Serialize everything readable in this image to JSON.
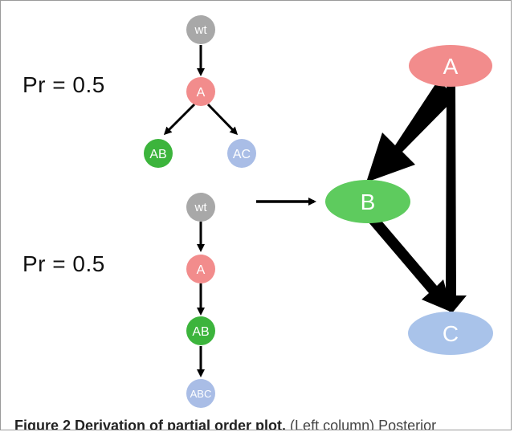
{
  "colors": {
    "wt": "#a8a8a8",
    "A": "#f28c8c",
    "B": "#5ecb5e",
    "C": "#a9c3ea",
    "AB": "#3cb43c",
    "AC": "#a9bde6",
    "ABC": "#a9bde6",
    "edge": "#000000",
    "node_text": "#ffffff"
  },
  "left_column": {
    "graphs": [
      {
        "probability": "Pr = 0.5",
        "nodes": [
          "wt",
          "A",
          "AB",
          "AC"
        ],
        "edges": [
          [
            "wt",
            "A"
          ],
          [
            "A",
            "AB"
          ],
          [
            "A",
            "AC"
          ]
        ]
      },
      {
        "probability": "Pr = 0.5",
        "nodes": [
          "wt",
          "A",
          "AB",
          "ABC"
        ],
        "edges": [
          [
            "wt",
            "A"
          ],
          [
            "A",
            "AB"
          ],
          [
            "AB",
            "ABC"
          ]
        ]
      }
    ]
  },
  "partial_order": {
    "nodes": [
      "A",
      "B",
      "C"
    ],
    "edges": [
      {
        "from": "A",
        "to": "B",
        "weight": "heavy"
      },
      {
        "from": "A",
        "to": "C",
        "weight": "medium"
      },
      {
        "from": "B",
        "to": "C",
        "weight": "medium"
      }
    ]
  },
  "caption": {
    "bold": "Figure 2 Derivation of partial order plot.",
    "rest": " (Left column) Posterior"
  }
}
